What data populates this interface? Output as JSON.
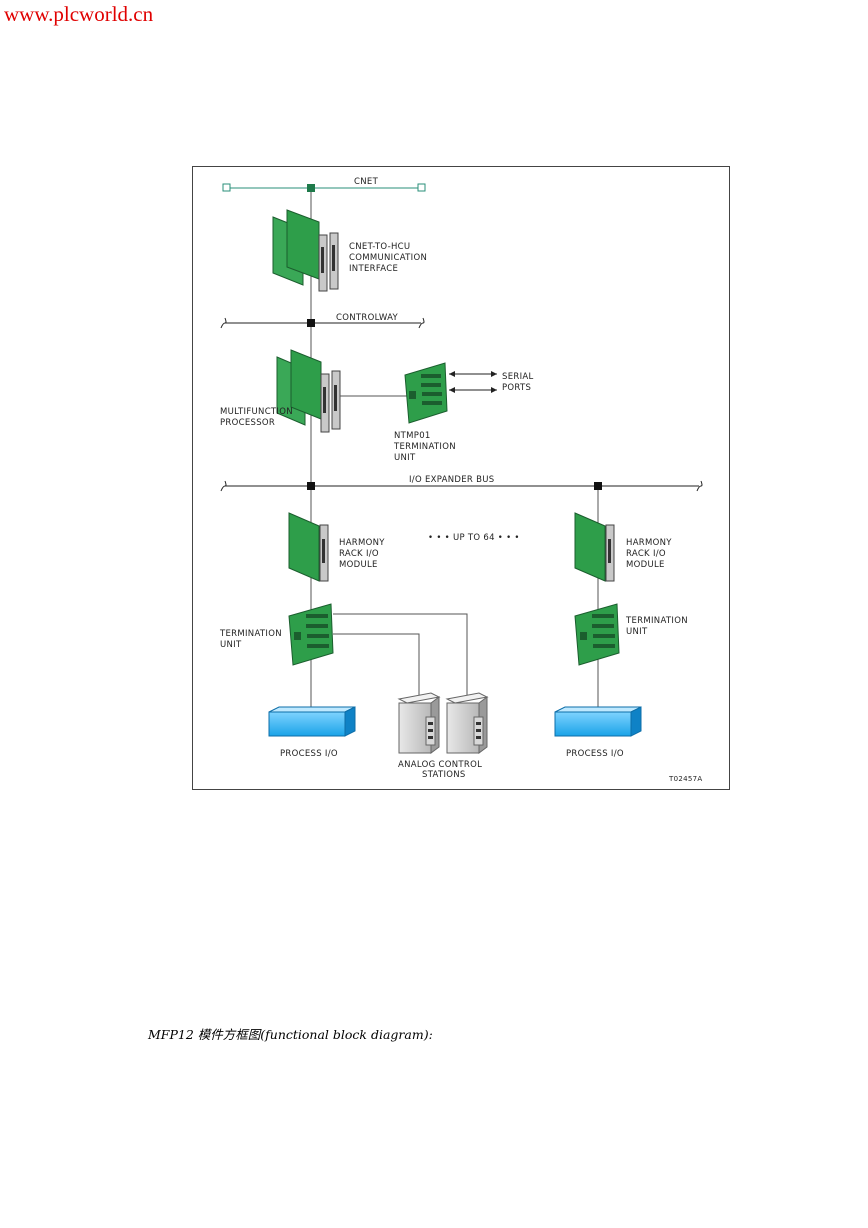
{
  "watermark": "www.plcworld.cn",
  "diagram": {
    "cnet": "CNET",
    "cnet_hcu": [
      "CNET-TO-HCU",
      "COMMUNICATION",
      "INTERFACE"
    ],
    "controlway": "CONTROLWAY",
    "mfp": [
      "MULTIFUNCTION",
      "PROCESSOR"
    ],
    "serial_ports": [
      "SERIAL",
      "PORTS"
    ],
    "ntmp01": [
      "NTMP01",
      "TERMINATION",
      "UNIT"
    ],
    "io_expander_bus": "I/O EXPANDER BUS",
    "up_to_64": "• • • UP TO 64 • • •",
    "harmony_left": [
      "HARMONY",
      "RACK I/O",
      "MODULE"
    ],
    "harmony_right": [
      "HARMONY",
      "RACK I/O",
      "MODULE"
    ],
    "termination_left": [
      "TERMINATION",
      "UNIT"
    ],
    "termination_right": [
      "TERMINATION",
      "UNIT"
    ],
    "process_io_left": "PROCESS I/O",
    "process_io_right": "PROCESS I/O",
    "analog_stations": [
      "ANALOG CONTROL",
      "STATIONS"
    ],
    "figure_id": "T02457A",
    "colors": {
      "board_green": "#2e9e4a",
      "line_teal": "#2a8f7a",
      "process_blue": "#1aa3e8"
    }
  },
  "caption": "MFP12 模件方框图(functional block diagram):"
}
